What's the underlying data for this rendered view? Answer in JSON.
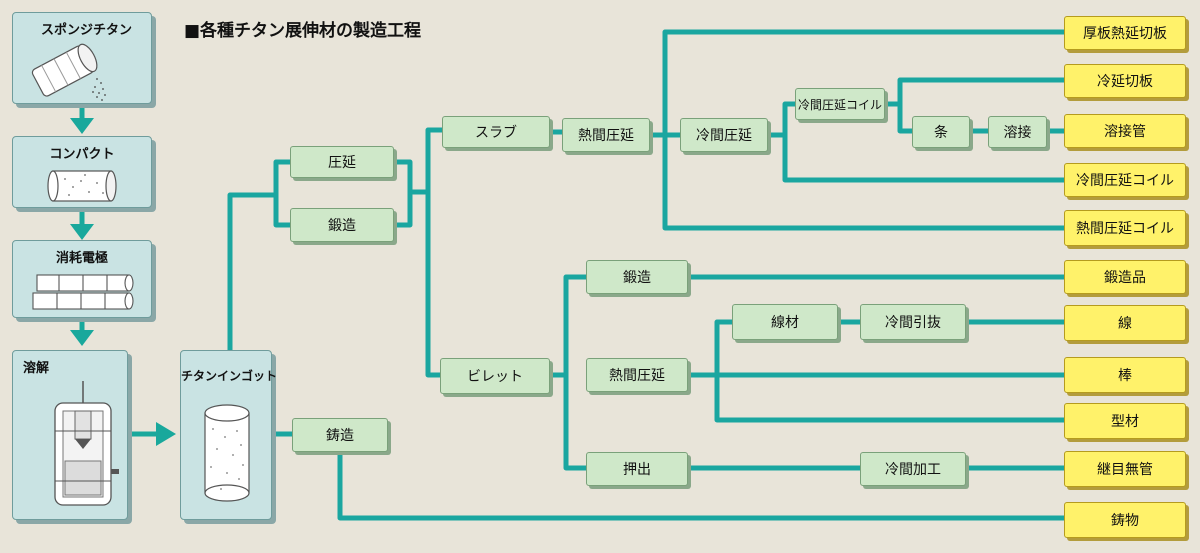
{
  "title": "■各種チタン展伸材の製造工程",
  "colors": {
    "line": "#1aa6a0",
    "arrow": "#19a89c",
    "process_box": "#cfe8c9",
    "product_box": "#fff26a",
    "panel": "#c9e3e3",
    "background": "#e8e4d9"
  },
  "left_panels": {
    "sponge": "スポンジチタン",
    "compact": "コンパクト",
    "electrode": "消耗電極",
    "melting": "溶解",
    "ingot": "チタンインゴット"
  },
  "process": {
    "rolling": "圧延",
    "forging": "鍛造",
    "casting": "鋳造",
    "slab": "スラブ",
    "slab_hot_rolling": "熱間圧延",
    "cold_rolling": "冷間圧延",
    "cold_rolled_coil": "冷間圧延コイル",
    "strip": "条",
    "welding": "溶接",
    "billet": "ビレット",
    "billet_forging": "鍛造",
    "billet_hot_rolling": "熱間圧延",
    "extrusion": "押出",
    "wire_rod": "線材",
    "cold_drawing": "冷間引抜",
    "cold_working": "冷間加工"
  },
  "products": {
    "thick_plate": "厚板熱延切板",
    "cold_sheet": "冷延切板",
    "welded_pipe": "溶接管",
    "cold_coil": "冷間圧延コイル",
    "hot_coil": "熱間圧延コイル",
    "forged_product": "鍛造品",
    "wire": "線",
    "bar": "棒",
    "section": "型材",
    "seamless_pipe": "継目無管",
    "casting_product": "鋳物"
  }
}
